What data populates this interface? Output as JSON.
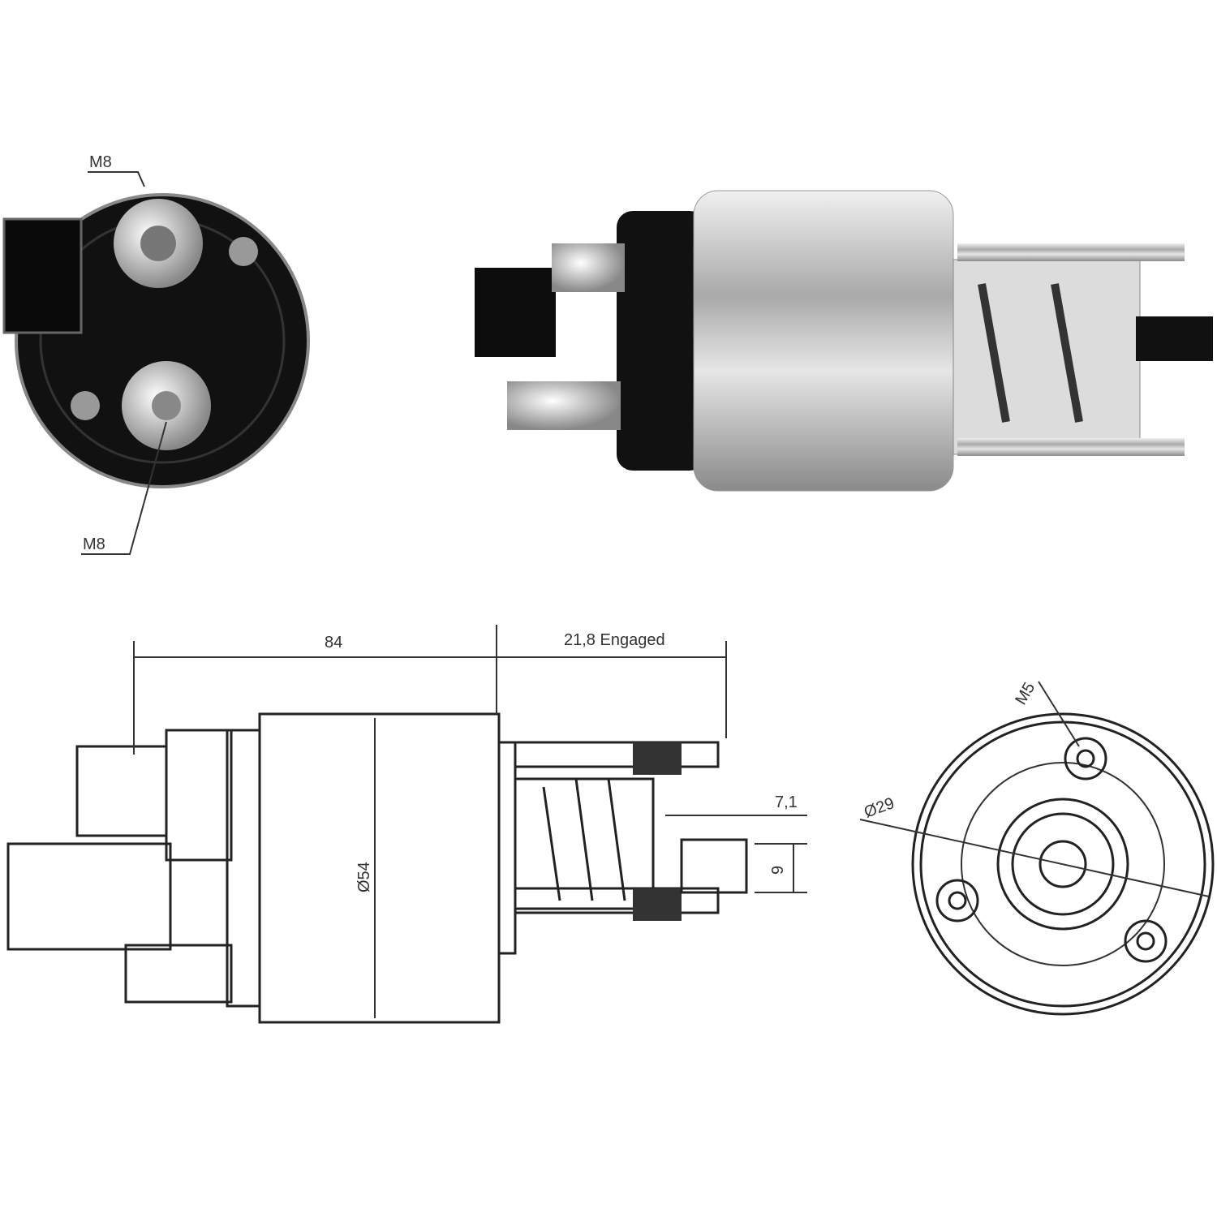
{
  "photo_end_view": {
    "terminal_top_label": "M8",
    "terminal_bottom_label": "M8"
  },
  "drawing_side_view": {
    "body_length_label": "84",
    "stroke_label": "21,8 Engaged",
    "plunger_offset_label": "7,1",
    "plunger_diameter_label": "9",
    "body_diameter_label": "Ø54"
  },
  "drawing_end_view": {
    "hole_label": "M5",
    "flange_diameter_label": "Ø29"
  },
  "colors": {
    "line": "#222222",
    "housing": "#c8c8c8",
    "cap": "#111111"
  }
}
